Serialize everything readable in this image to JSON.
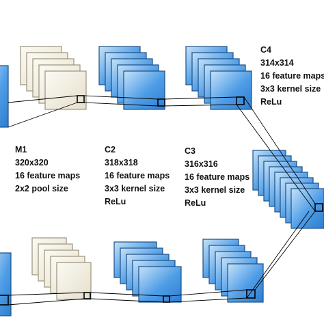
{
  "colors": {
    "blue_fill": "#3a8fe0",
    "blue_light": "#bfdcf6",
    "beige_fill": "#eae4d3",
    "beige_light": "#f8f6ee",
    "edge": "#1b4f86",
    "line": "#000000"
  },
  "labels": {
    "c4": {
      "name": "C4",
      "size": "314x314",
      "maps": "16 feature maps",
      "kernel": "3x3 kernel size",
      "act": "ReLu"
    },
    "m1": {
      "name": "M1",
      "size": "320x320",
      "maps": "16 feature maps",
      "pool": "2x2 pool size"
    },
    "c2": {
      "name": "C2",
      "size": "318x318",
      "maps": "16 feature maps",
      "kernel": "3x3 kernel size",
      "act": "ReLu"
    },
    "c3": {
      "name": "C3",
      "size": "316x316",
      "maps": "16 feature maps",
      "kernel": "3x3 kernel size",
      "act": "ReLu"
    }
  }
}
